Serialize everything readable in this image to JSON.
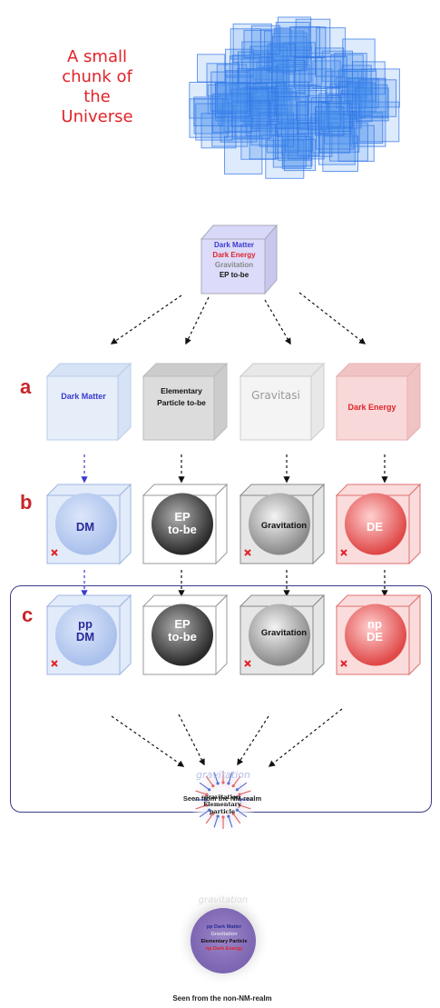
{
  "top_caption": {
    "line1": "A small",
    "line2": "chunk of",
    "line3": "the",
    "line4": "Universe"
  },
  "source_cube": {
    "line1": "Dark Matter",
    "line2": "Dark Energy",
    "line3": "Gravitation",
    "line4": "EP to-be"
  },
  "rows": {
    "a": {
      "letter": "a",
      "cubes": [
        "Dark Matter",
        "Elementary",
        "Particle to-be",
        "Gravitasi",
        "Dark Energy"
      ]
    },
    "b": {
      "letter": "b",
      "dm": "DM",
      "ep1": "EP",
      "ep2": "to-be",
      "grav": "Gravitation",
      "de": "DE"
    },
    "c": {
      "letter": "c",
      "dm1": "pp",
      "dm2": "DM",
      "ep1": "EP",
      "ep2": "to-be",
      "grav": "Gravitation",
      "de1": "np",
      "de2": "DE"
    }
  },
  "nm_realm": {
    "grav_word": "gravitation",
    "inner1": "gravitation",
    "inner2": "Elementary",
    "inner3": "particle",
    "caption": "Seen from the NM-realm"
  },
  "non_nm_realm": {
    "grav_word": "gravitation",
    "line1": "pp Dark Matter",
    "line2": "Gravitation",
    "line3": "Elementary Particle",
    "line4": "np Dark Energy",
    "caption": "Seen from the non-NM-realm"
  },
  "colors": {
    "red": "#e0242a",
    "blue": "#3a3ad0",
    "accent_red": "#c9252a"
  }
}
